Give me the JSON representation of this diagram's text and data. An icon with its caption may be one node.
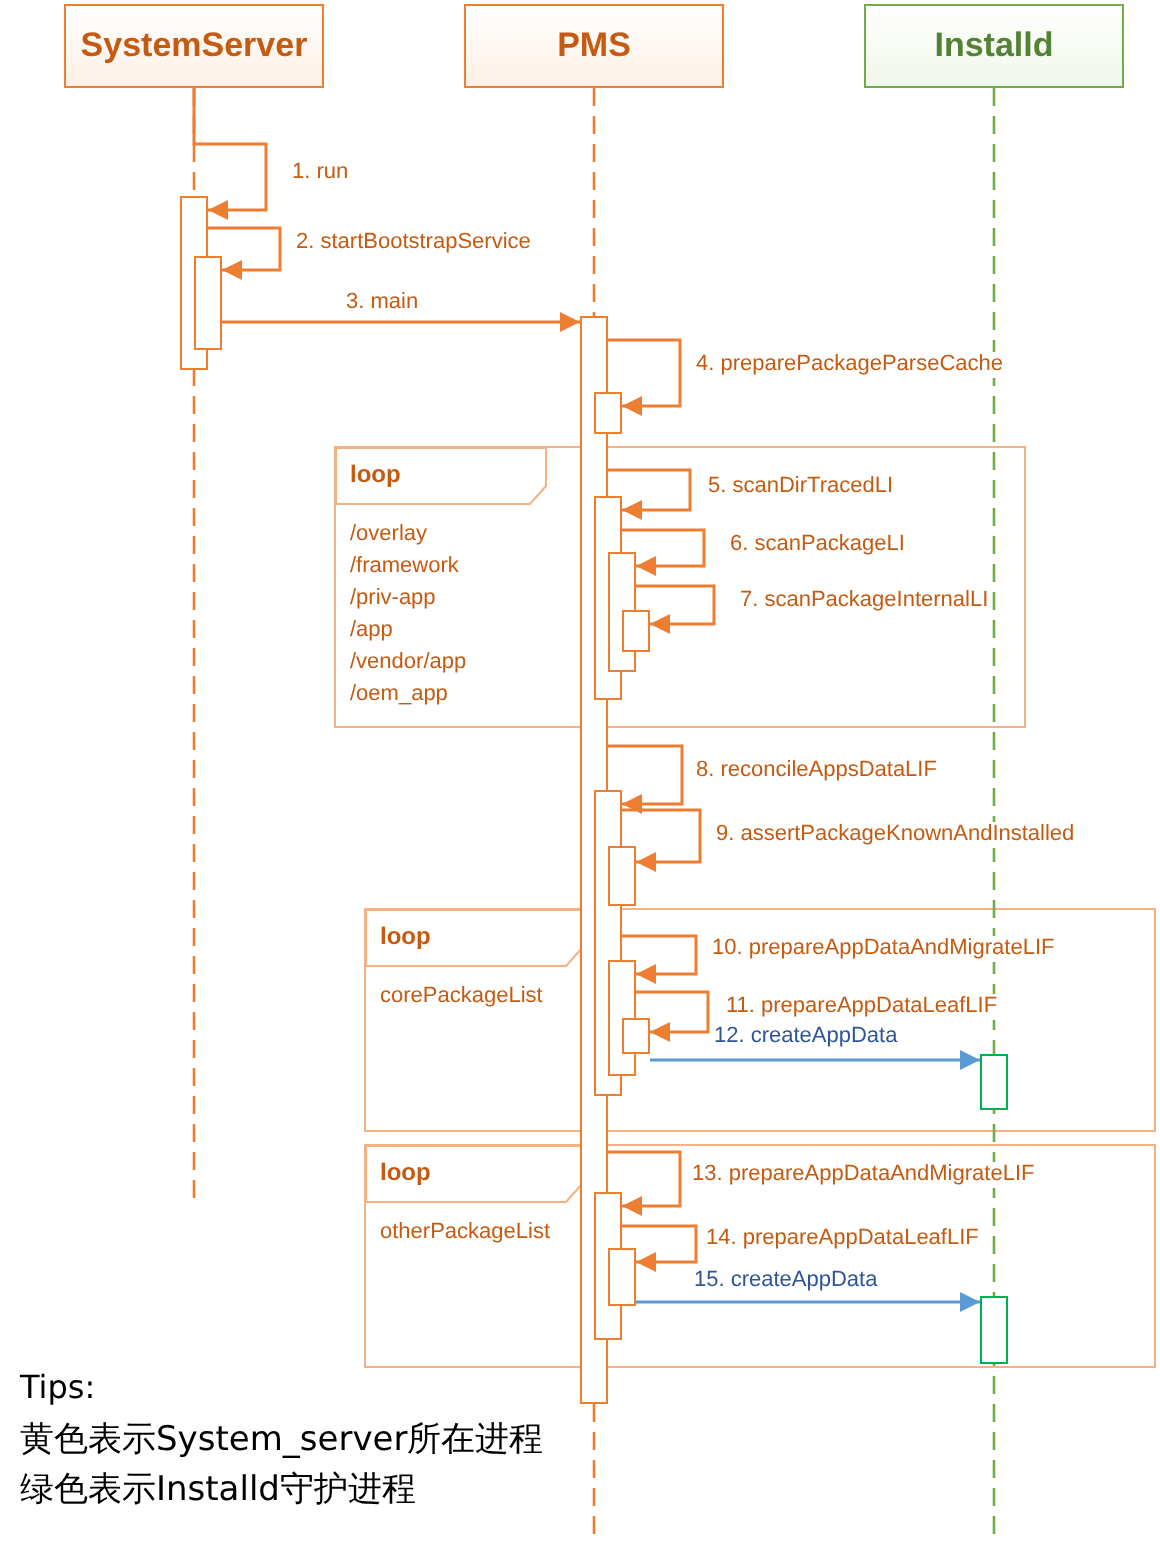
{
  "diagram": {
    "nodes": [
      {
        "text": [
          "SystemServer"
        ]
      },
      {
        "text": [
          "PMS"
        ]
      },
      {
        "text": [
          "Installd"
        ]
      },
      {
        "text": [],
        "shape": "bar"
      },
      {
        "text": [],
        "shape": "bar"
      },
      {
        "text": [],
        "shape": "bar"
      },
      {
        "text": [],
        "shape": "bar"
      },
      {
        "text": [
          "loop",
          "/overlay",
          "/framework",
          "/priv-app",
          "/app",
          "/vendor/app",
          "/oem_app"
        ]
      },
      {
        "text": [],
        "shape": "bar",
        "in": 7
      },
      {
        "text": [],
        "shape": "bar",
        "in": 7
      },
      {
        "text": [],
        "shape": "bar",
        "in": 7
      },
      {
        "text": [],
        "shape": "bar"
      },
      {
        "text": [],
        "shape": "bar"
      },
      {
        "text": [
          "loop",
          "corePackageList"
        ]
      },
      {
        "text": [],
        "shape": "bar",
        "in": 13
      },
      {
        "text": [],
        "shape": "bar",
        "in": 13
      },
      {
        "text": [],
        "shape": "bar",
        "in": 13
      },
      {
        "text": [
          "loop",
          "otherPackageList"
        ]
      },
      {
        "text": [],
        "shape": "bar",
        "in": 17
      },
      {
        "text": [],
        "shape": "bar",
        "in": 17
      },
      {
        "text": [],
        "shape": "bar",
        "in": 17
      }
    ],
    "edges": [
      {
        "from": 0,
        "to": 3,
        "arrow": "to",
        "label": "1. run"
      },
      {
        "from": 3,
        "to": 4,
        "arrow": "to",
        "label": "2. startBootstrapService"
      },
      {
        "from": 4,
        "to": 5,
        "arrow": "to",
        "label": "3. main"
      },
      {
        "from": 5,
        "to": 6,
        "arrow": "to",
        "label": "4. preparePackageParseCache"
      },
      {
        "from": 5,
        "to": 8,
        "arrow": "to",
        "label": "5. scanDirTracedLI"
      },
      {
        "from": 8,
        "to": 9,
        "arrow": "to",
        "label": "6. scanPackageLI"
      },
      {
        "from": 9,
        "to": 10,
        "arrow": "to",
        "label": "7. scanPackageInternalLI"
      },
      {
        "from": 5,
        "to": 11,
        "arrow": "to",
        "label": "8. reconcileAppsDataLIF"
      },
      {
        "from": 11,
        "to": 12,
        "arrow": "to",
        "label": "9. assertPackageKnownAndInstalled"
      },
      {
        "from": 11,
        "to": 14,
        "arrow": "to",
        "label": "10. prepareAppDataAndMigrateLIF"
      },
      {
        "from": 14,
        "to": 15,
        "arrow": "to",
        "label": "11. prepareAppDataLeafLIF"
      },
      {
        "from": 15,
        "to": 16,
        "arrow": "to",
        "label": "12. createAppData",
        "color": "#5b9bd5"
      },
      {
        "from": 5,
        "to": 18,
        "arrow": "to",
        "label": "13. prepareAppDataAndMigrateLIF"
      },
      {
        "from": 18,
        "to": 19,
        "arrow": "to",
        "label": "14. prepareAppDataLeafLIF"
      },
      {
        "from": 19,
        "to": 20,
        "arrow": "to",
        "label": "15. createAppData",
        "color": "#5b9bd5"
      }
    ],
    "labels": [
      "Tips:",
      "黄色表示System_server所在进程",
      "绿色表示Installd守护进程"
    ]
  }
}
